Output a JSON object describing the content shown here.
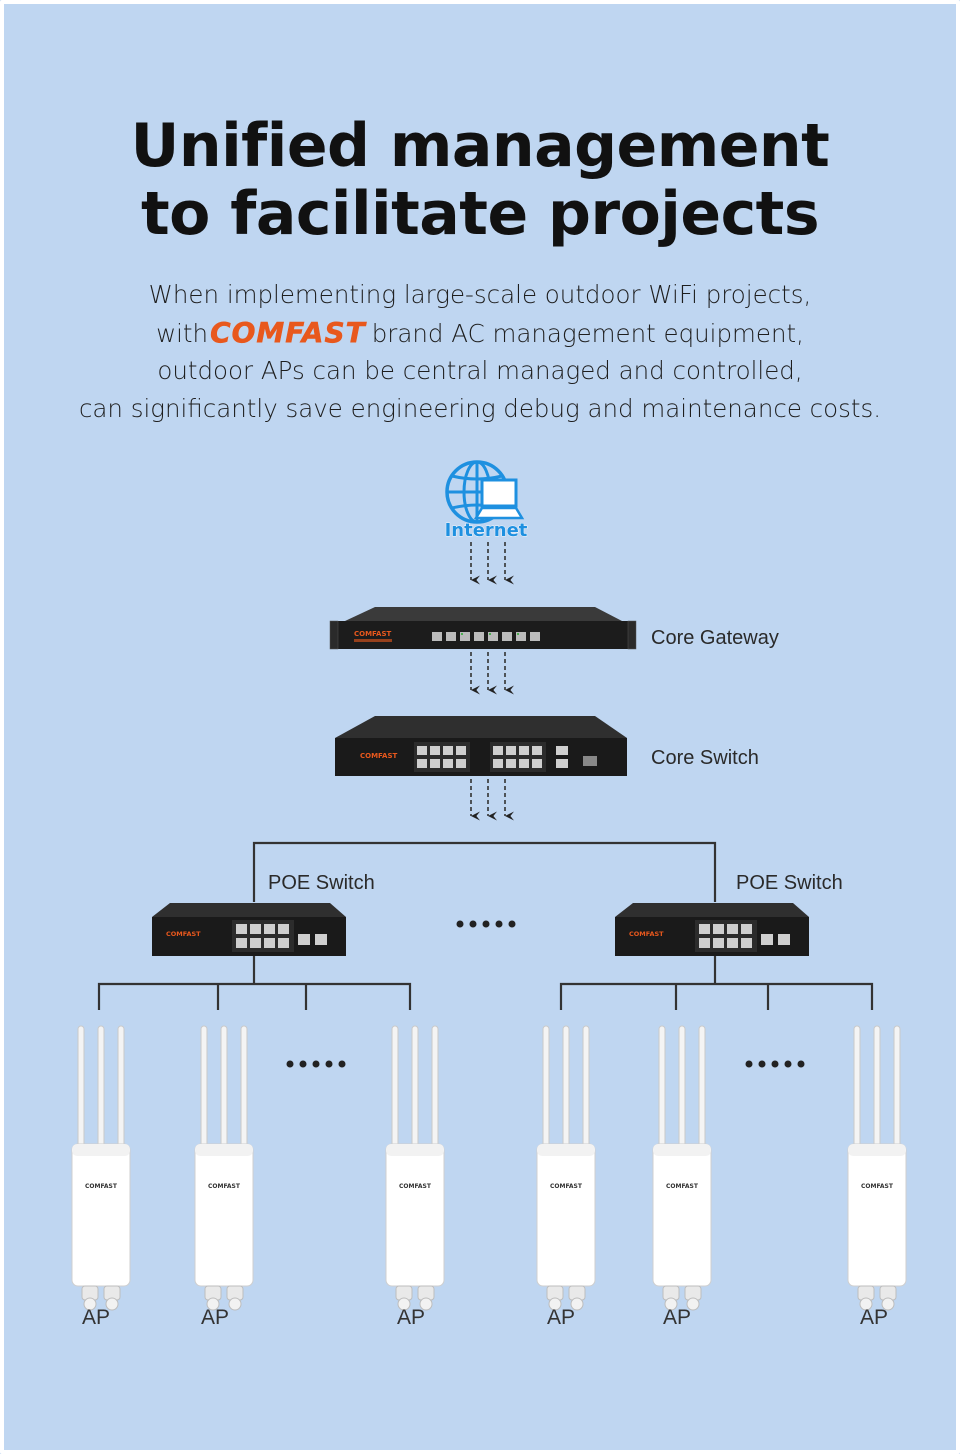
{
  "header": {
    "title_line1": "Unified management",
    "title_line2": "to facilitate projects"
  },
  "description": {
    "line1": "When implementing large-scale outdoor WiFi projects,",
    "line2_prefix": "with",
    "brand": "COMFAST",
    "line2_suffix": "brand AC management equipment,",
    "line3": "outdoor APs can be central managed and controlled,",
    "line4": "can significantly save engineering debug and maintenance costs."
  },
  "diagram": {
    "internet_label": "Internet",
    "core_gateway_label": "Core Gateway",
    "core_switch_label": "Core Switch",
    "poe_switch_left_label": "POE Switch",
    "poe_switch_right_label": "POE Switch",
    "device_brand": "COMFAST",
    "ellipsis": "•••••",
    "ap_labels": [
      "AP",
      "AP",
      "AP",
      "AP",
      "AP",
      "AP"
    ]
  },
  "colors": {
    "background": "#bfd6f1",
    "brand_orange": "#e8581d",
    "internet_blue": "#1e90e0",
    "device_dark": "#1b1b1b"
  }
}
